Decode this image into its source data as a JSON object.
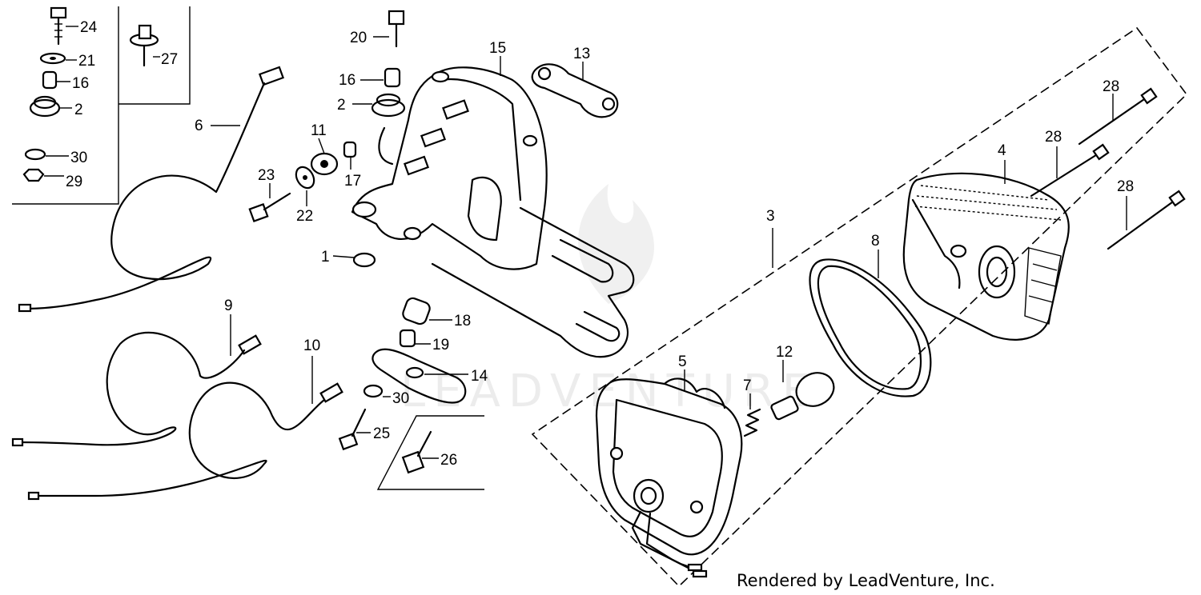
{
  "watermark": "LEADVENTURE",
  "credit": "Rendered by LeadVenture, Inc.",
  "labels": {
    "p24": "24",
    "p21": "21",
    "p16a": "16",
    "p2a": "2",
    "p27": "27",
    "p30a": "30",
    "p29": "29",
    "p6": "6",
    "p20": "20",
    "p16b": "16",
    "p2b": "2",
    "p15": "15",
    "p13": "13",
    "p11": "11",
    "p17": "17",
    "p23": "23",
    "p22": "22",
    "p1": "1",
    "p9": "9",
    "p10": "10",
    "p18": "18",
    "p19": "19",
    "p14": "14",
    "p30b": "30",
    "p25": "25",
    "p26": "26",
    "p3": "3",
    "p8": "8",
    "p4": "4",
    "p28a": "28",
    "p28b": "28",
    "p28c": "28",
    "p5": "5",
    "p7": "7",
    "p12": "12"
  }
}
